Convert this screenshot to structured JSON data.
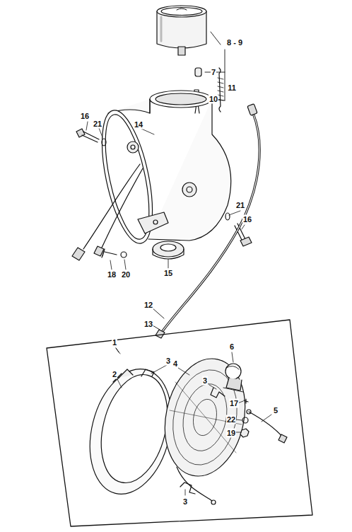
{
  "diagram": {
    "labels": [
      "8 - 9",
      "7",
      "11",
      "10",
      "16",
      "21",
      "14",
      "21",
      "16",
      "18",
      "20",
      "15",
      "12",
      "13",
      "1",
      "3",
      "6",
      "2",
      "4",
      "3",
      "17",
      "5",
      "22",
      "19",
      "3"
    ]
  }
}
